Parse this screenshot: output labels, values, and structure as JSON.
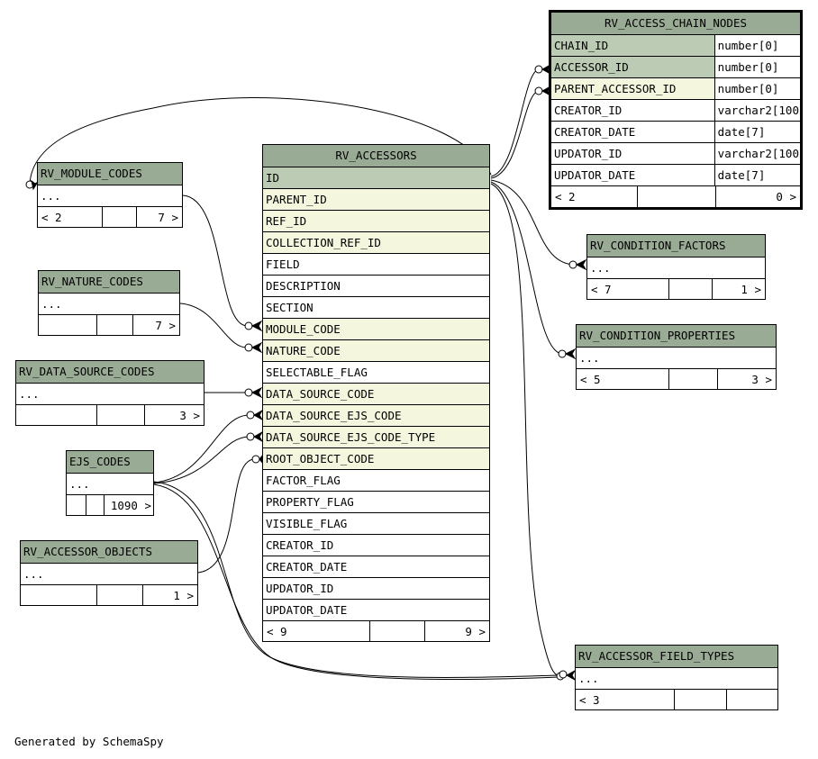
{
  "footer": "Generated by SchemaSpy",
  "colors": {
    "header": "#9aab95",
    "primary_key": "#bccbb4",
    "foreign_key": "#f4f7de"
  },
  "tables": {
    "chain_nodes": {
      "name": "RV_ACCESS_CHAIN_NODES",
      "columns": [
        {
          "name": "CHAIN_ID",
          "type": "number[0]"
        },
        {
          "name": "ACCESSOR_ID",
          "type": "number[0]"
        },
        {
          "name": "PARENT_ACCESSOR_ID",
          "type": "number[0]"
        },
        {
          "name": "CREATOR_ID",
          "type": "varchar2[100]"
        },
        {
          "name": "CREATOR_DATE",
          "type": "date[7]"
        },
        {
          "name": "UPDATOR_ID",
          "type": "varchar2[100]"
        },
        {
          "name": "UPDATOR_DATE",
          "type": "date[7]"
        }
      ],
      "parents": "< 2",
      "children": "0 >"
    },
    "accessors": {
      "name": "RV_ACCESSORS",
      "columns": [
        "ID",
        "PARENT_ID",
        "REF_ID",
        "COLLECTION_REF_ID",
        "FIELD",
        "DESCRIPTION",
        "SECTION",
        "MODULE_CODE",
        "NATURE_CODE",
        "SELECTABLE_FLAG",
        "DATA_SOURCE_CODE",
        "DATA_SOURCE_EJS_CODE",
        "DATA_SOURCE_EJS_CODE_TYPE",
        "ROOT_OBJECT_CODE",
        "FACTOR_FLAG",
        "PROPERTY_FLAG",
        "VISIBLE_FLAG",
        "CREATOR_ID",
        "CREATOR_DATE",
        "UPDATOR_ID",
        "UPDATOR_DATE"
      ],
      "parents": "< 9",
      "children": "9 >"
    },
    "module_codes": {
      "name": "RV_MODULE_CODES",
      "ellipsis": "...",
      "parents": "< 2",
      "children": "7 >"
    },
    "nature_codes": {
      "name": "RV_NATURE_CODES",
      "ellipsis": "...",
      "parents": "",
      "children": "7 >"
    },
    "data_source_codes": {
      "name": "RV_DATA_SOURCE_CODES",
      "ellipsis": "...",
      "parents": "",
      "children": "3 >"
    },
    "ejs_codes": {
      "name": "EJS_CODES",
      "ellipsis": "...",
      "parents": "",
      "children": "1090 >"
    },
    "accessor_objects": {
      "name": "RV_ACCESSOR_OBJECTS",
      "ellipsis": "...",
      "parents": "",
      "children": "1 >"
    },
    "condition_factors": {
      "name": "RV_CONDITION_FACTORS",
      "ellipsis": "...",
      "parents": "< 7",
      "children": "1 >"
    },
    "condition_properties": {
      "name": "RV_CONDITION_PROPERTIES",
      "ellipsis": "...",
      "parents": "< 5",
      "children": "3 >"
    },
    "field_types": {
      "name": "RV_ACCESSOR_FIELD_TYPES",
      "ellipsis": "...",
      "parents": "< 3",
      "children": ""
    }
  }
}
